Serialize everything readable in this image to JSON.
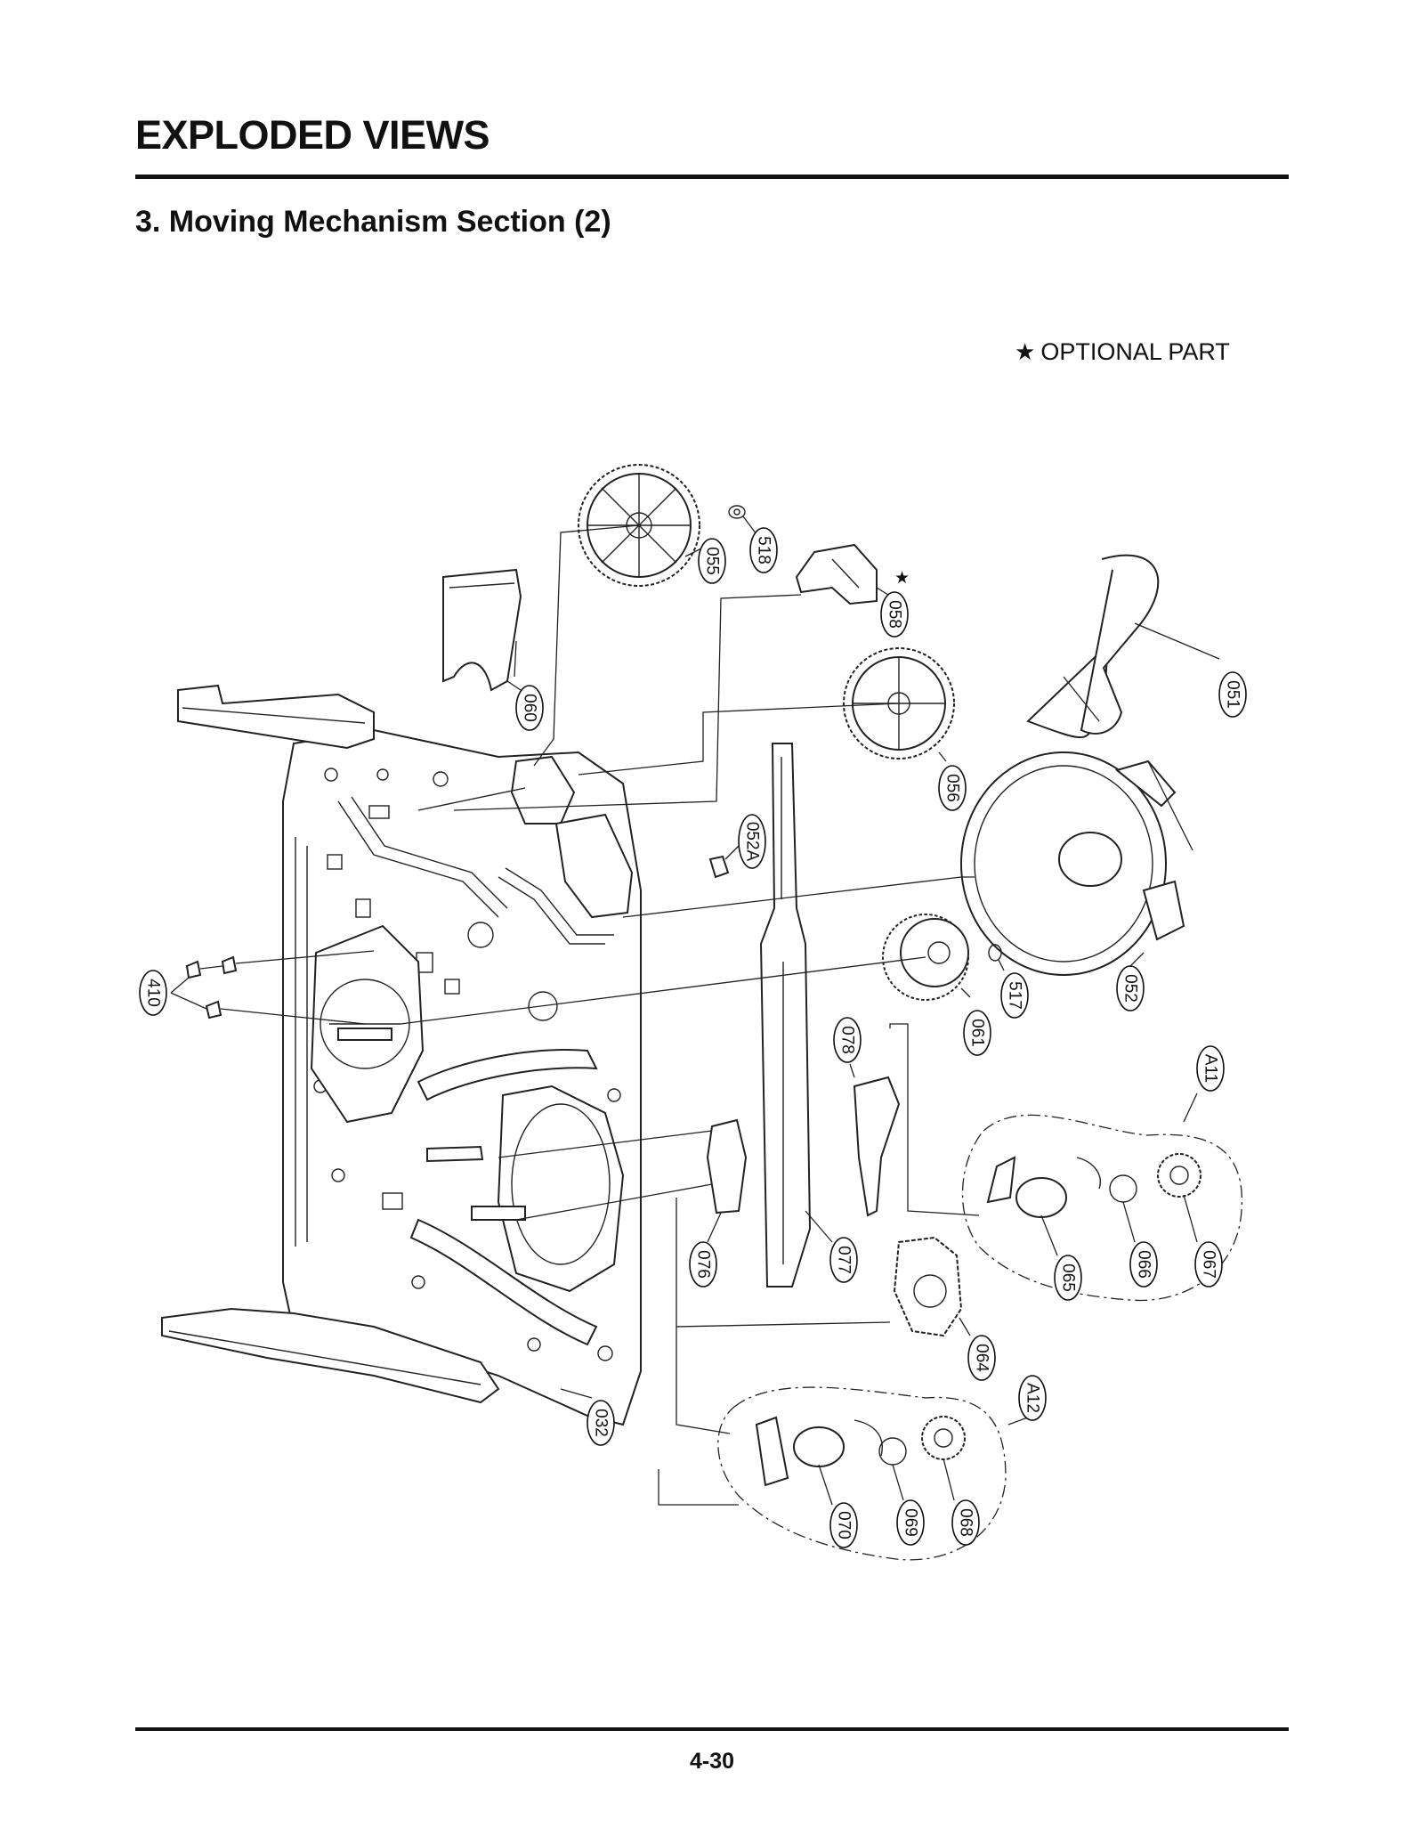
{
  "header": {
    "title": "EXPLODED VIEWS"
  },
  "section": {
    "title": "3. Moving Mechanism Section (2)"
  },
  "legend": {
    "symbol": "★",
    "text": "OPTIONAL PART"
  },
  "optional_marker": "★",
  "diagram": {
    "parts": [
      "055",
      "518",
      "058",
      "060",
      "051",
      "056",
      "052A",
      "052",
      "517",
      "061",
      "410",
      "078",
      "A11",
      "065",
      "066",
      "067",
      "076",
      "077",
      "064",
      "032",
      "A12",
      "070",
      "069",
      "068"
    ]
  },
  "footer": {
    "page_number": "4-30"
  }
}
